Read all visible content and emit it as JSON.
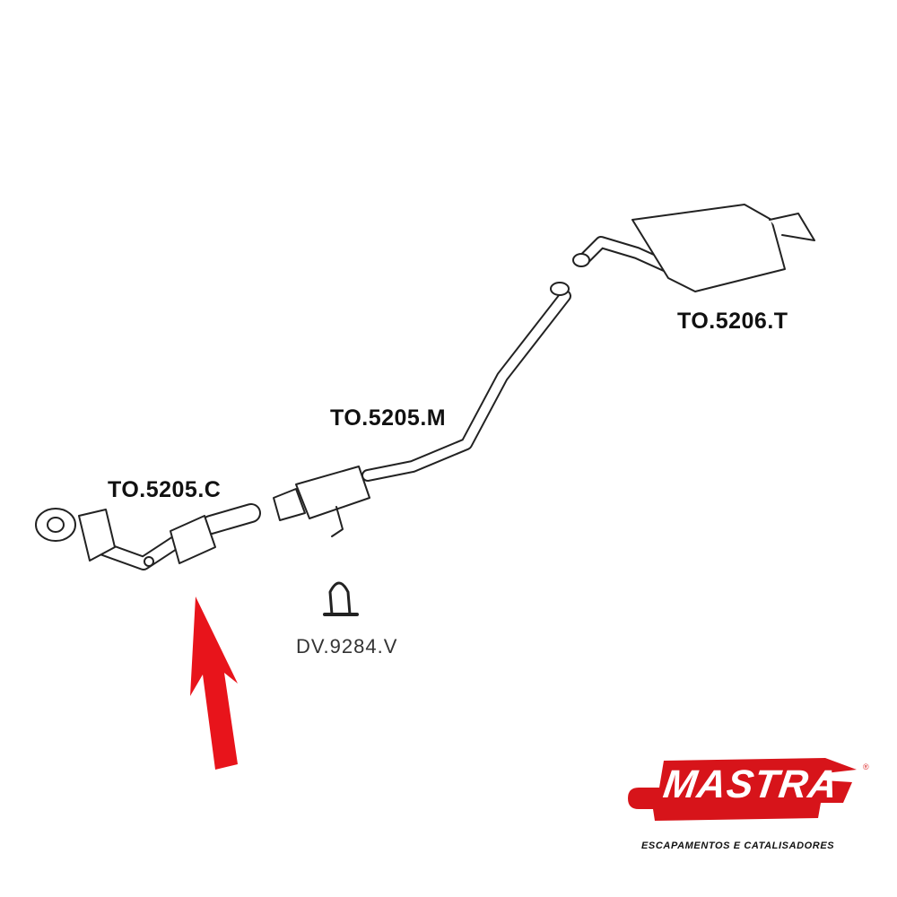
{
  "parts": {
    "front_pipe": "TO.5205.C",
    "middle_pipe": "TO.5205.M",
    "rear_muffler": "TO.5206.T",
    "clamp": "DV.9284.V"
  },
  "logo": {
    "brand": "MASTRA",
    "tagline": "ESCAPAMENTOS E CATALISADORES",
    "registered": "®"
  },
  "colors": {
    "arrow": "#e8141b",
    "logo_red": "#d7141a"
  }
}
